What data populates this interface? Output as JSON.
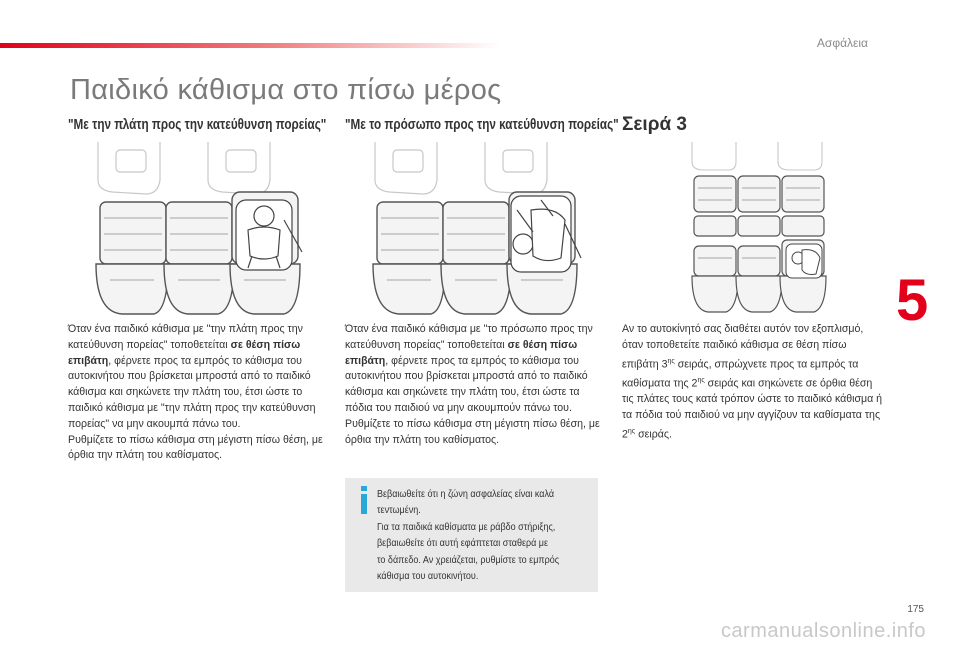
{
  "header": {
    "section_label": "Ασφάλεια",
    "chapter_number": "5"
  },
  "page_title": "Παιδικό κάθισμα στο πίσω μέρος",
  "columns": [
    {
      "heading": "\"Με την πλάτη προς την κατεύθυνση πορείας\"",
      "text_parts": {
        "p1": "Όταν ένα παιδικό κάθισμα με \"την πλάτη προς την κατεύθυνση πορείας\" τοποθετείται ",
        "bold": "σε θέση πίσω επιβάτη",
        "p2": ", φέρνετε προς τα εμπρός το κάθισμα του αυτοκινήτου που βρίσκεται μπροστά από το παιδικό κάθισμα και σηκώνετε την πλάτη του, έτσι ώστε το παιδικό κάθισμα με \"την πλάτη προς την κατεύθυνση πορείας\" να μην ακουμπά πάνω του.",
        "p3": "Ρυθμίζετε το πίσω κάθισμα στη μέγιστη πίσω θέση, με όρθια την πλάτη του καθίσματος."
      }
    },
    {
      "heading": "\"Με το πρόσωπο προς την κατεύθυνση πορείας\"",
      "text_parts": {
        "p1": "Όταν ένα παιδικό κάθισμα με \"το πρόσωπο προς την κατεύθυνση πορείας\" τοποθετείται ",
        "bold": "σε θέση πίσω επιβάτη",
        "p2": ", φέρνετε προς τα εμπρός το κάθισμα του αυτοκινήτου που βρίσκεται μπροστά από το παιδικό κάθισμα και σηκώνετε την πλάτη του, έτσι ώστε τα πόδια του παιδιού να μην ακουμπούν πάνω του.",
        "p3": "Ρυθμίζετε το πίσω κάθισμα στη μέγιστη πίσω θέση, με όρθια την πλάτη του καθίσματος."
      }
    },
    {
      "heading": "Σειρά 3",
      "text_parts": {
        "a": "Αν το αυτοκίνητό σας διαθέτει αυτόν τον εξοπλισμό, όταν τοποθετείτε παιδικό κάθισμα σε θέση πίσω επιβάτη 3",
        "sup1": "ης",
        "b": " σειράς, σπρώχνετε προς τα εμπρός τα καθίσματα της 2",
        "sup2": "ης",
        "c": " σειράς και σηκώνετε σε όρθια θέση τις πλάτες τους κατά τρόπον ώστε το παιδικό κάθισμα ή τα πόδια τού παιδιού να μην αγγίζουν τα καθίσματα της 2",
        "sup3": "ης",
        "d": " σειράς."
      }
    }
  ],
  "info_box": {
    "icon": "info-icon",
    "lines": [
      "Βεβαιωθείτε ότι η ζώνη ασφαλείας είναι καλά",
      "τεντωμένη.",
      "Για τα παιδικά καθίσματα με ράβδο στήριξης,",
      "βεβαιωθείτε ότι αυτή εφάπτεται σταθερά με",
      "το δάπεδο. Αν χρειάζεται, ρυθμίστε το εμπρός",
      "κάθισμα του αυτοκινήτου."
    ]
  },
  "colors": {
    "accent": "#e2001a",
    "info_icon": "#2aa7d8",
    "info_bg": "#e9e9e9"
  },
  "footer": {
    "page_number": "175",
    "watermark": "carmanualsonline.info"
  }
}
